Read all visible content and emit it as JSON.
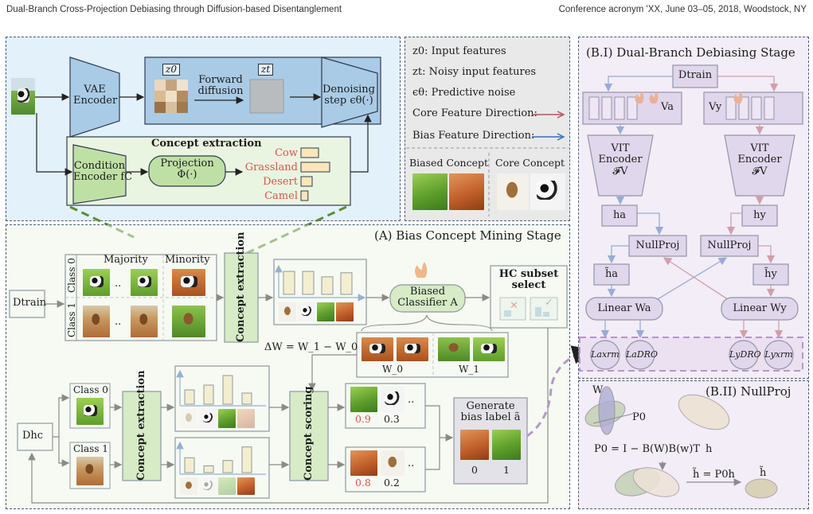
{
  "header": {
    "left": "Dual-Branch Cross-Projection Debiasing through Diffusion-based Disentanglement",
    "right": "Conference acronym 'XX, June 03–05, 2018, Woodstock, NY"
  },
  "diffusion_panel": {
    "vae_encoder": [
      "VAE",
      "Encoder"
    ],
    "z0": "z0",
    "zt": "zt",
    "forward_diffusion": [
      "Forward",
      "diffusion"
    ],
    "denoising": [
      "Denoising",
      "step ϵθ(·)"
    ],
    "concept_extraction_title": "Concept extraction",
    "condition_encoder": [
      "Condition",
      "Encoder fC"
    ],
    "projection": [
      "Projection",
      "Φ(·)"
    ],
    "concepts": [
      "Cow",
      "Grassland",
      "Desert",
      "Camel"
    ],
    "concept_scores": [
      0.55,
      0.9,
      0.35,
      0.22
    ]
  },
  "legend": {
    "z0": "z0: Input features",
    "zt": "zt: Noisy input features",
    "eps": "ϵθ: Predictive noise",
    "core_dir": "Core Feature Direction:",
    "bias_dir": "Bias Feature Direction:",
    "biased_concept": "Biased Concept",
    "core_concept": "Core Concept",
    "core_color": "#b5525a",
    "bias_color": "#3a6fb5"
  },
  "stage_a": {
    "title": "(A) Bias Concept Mining Stage",
    "d_train": "Dtrain",
    "majority": "Majority",
    "minority": "Minority",
    "class0": "Class 0",
    "class1": "Class 1",
    "dots": "..",
    "concept_extraction": "Concept extraction",
    "biased_classifier": [
      "Biased",
      "Classifier A"
    ],
    "hc_subset": [
      "HC subset",
      "select"
    ],
    "delta_w": "ΔW = W_1 − W_0",
    "w0": "W_0",
    "w1": "W_1",
    "d_hc": "Dhc",
    "concept_scoring": "Concept scoring",
    "top_scores": [
      "0.9",
      "0.3"
    ],
    "bottom_scores": [
      "0.8",
      "0.2"
    ],
    "generate_label": [
      "Generate",
      "bias label ã"
    ],
    "label_values": [
      "0",
      "1"
    ],
    "top_bar_values": [
      0.45,
      0.6,
      0.9,
      0.35
    ],
    "mid_bar_values": [
      0.85,
      0.85,
      0.65,
      0.8
    ],
    "bottom_bar_values": [
      0.55,
      0.25,
      0.45,
      0.95
    ]
  },
  "stage_b1": {
    "title": "(B.I) Dual-Branch Debiasing Stage",
    "d_train": "Dtrain",
    "va": "Va",
    "vy": "Vy",
    "vit": [
      "VIT",
      "Encoder",
      "𝓕V"
    ],
    "ha": "ha",
    "hy": "hy",
    "nullproj": "NullProj",
    "ha_tilde": "h̃a",
    "hy_tilde": "h̃y",
    "linear_wa": "Linear Wa",
    "linear_wy": "Linear Wy",
    "losses": [
      "𝐿axrm",
      "𝐿aDRO",
      "𝐿yDRO",
      "𝐿yxrm"
    ]
  },
  "stage_b2": {
    "title": "(B.II) NullProj",
    "w": "W",
    "p0": "P0",
    "formula": "P0 = I − B(W)B(w)T",
    "h": "h",
    "h_tilde": "h̃",
    "projection": "h̃ = P0h"
  }
}
